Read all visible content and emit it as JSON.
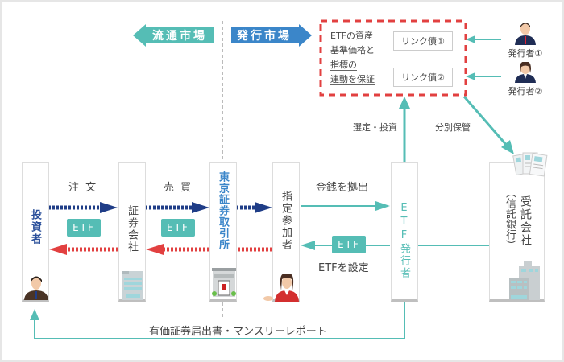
{
  "markets": {
    "secondary": "流通市場",
    "primary": "発行市場"
  },
  "guarantee": {
    "lines": [
      "ETFの資産",
      "基準価格と",
      "指標の",
      "連動を保証"
    ],
    "link_bonds": [
      "リンク債①",
      "リンク債②"
    ]
  },
  "issuers": [
    "発行者①",
    "発行者②"
  ],
  "columns": {
    "investor": "投資者",
    "securities_company": "証券会社",
    "exchange": "東京証券取引所",
    "participant": "指定参加者",
    "etf_issuer": "ETF発行者",
    "trustee_main": "受託会社",
    "trustee_sub": "（信託銀行）"
  },
  "flows": {
    "order": "注 文",
    "trade": "売 買",
    "money": "金銭を拠出",
    "set_etf": "ETFを設定",
    "select_invest": "選定・投資",
    "segregated": "分別保管",
    "report": "有価証券届出書・マンスリーレポート",
    "etf_badge": "ETF"
  },
  "colors": {
    "teal": "#55bdb5",
    "blue_market": "#3b86c9",
    "navy_arrow": "#1f3d87",
    "red_arrow": "#e24040",
    "dashed_red": "#e24040",
    "exchange_text": "#3b86c9",
    "investor_text": "#2a4f9a"
  }
}
